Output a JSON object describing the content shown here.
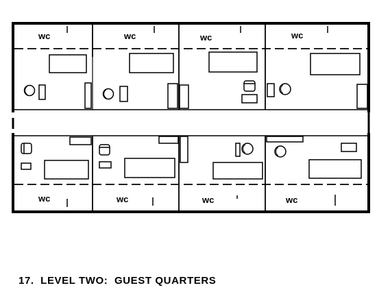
{
  "caption": "17.  LEVEL TWO:  GUEST QUARTERS",
  "rooms_top": [
    {
      "wc_label": "wc"
    },
    {
      "wc_label": "wc"
    },
    {
      "wc_label": "wc"
    },
    {
      "wc_label": "wc"
    }
  ],
  "rooms_bottom": [
    {
      "wc_label": "wc"
    },
    {
      "wc_label": "wc"
    },
    {
      "wc_label": "wc"
    },
    {
      "wc_label": "wc"
    }
  ],
  "colors": {
    "line": "#000000",
    "background": "#ffffff"
  }
}
